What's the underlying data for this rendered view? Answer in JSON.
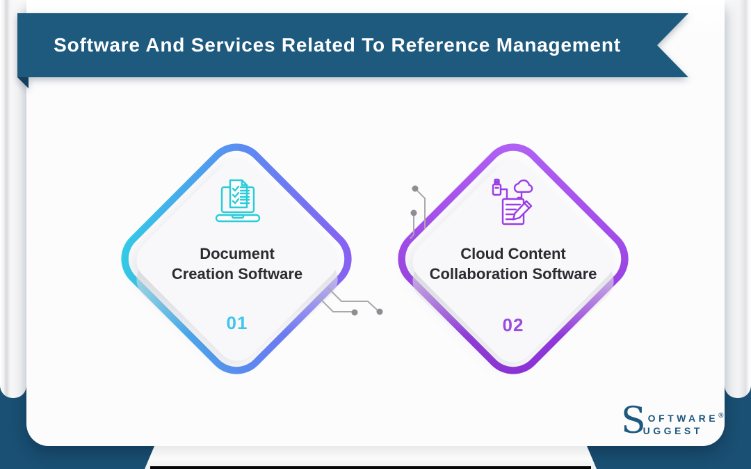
{
  "header": {
    "title": "Software And Services Related To Reference Management"
  },
  "slides": [
    {
      "number": "01",
      "title_lines": [
        "Document",
        "Creation Software"
      ],
      "icon": "laptop-checklist-icon",
      "accent_color": "#29ccd8",
      "number_color": "#3fc4ec"
    },
    {
      "number": "02",
      "title_lines": [
        "Cloud Content",
        "Collaboration Software"
      ],
      "icon": "cloud-document-pencil-icon",
      "accent_color": "#9a3de6",
      "number_color": "#9b4ce0"
    }
  ],
  "branding": {
    "logo_initial": "S",
    "logo_top": "OFTWARE",
    "logo_registered": "®",
    "logo_bottom": "UGGEST",
    "logo_color": "#1f587e"
  },
  "colors": {
    "background": "#1a5073",
    "ribbon": "#1e5a7e",
    "ribbon_fold": "#143e5c",
    "card": "#fcfcfd",
    "text": "#2b2b31",
    "circuit": "#a8a8ad",
    "diamond1_gradient": [
      "#2ed3e6",
      "#5b8cf2",
      "#8d5cf2"
    ],
    "diamond2_gradient": [
      "#b263f5",
      "#8a2ed6"
    ]
  }
}
